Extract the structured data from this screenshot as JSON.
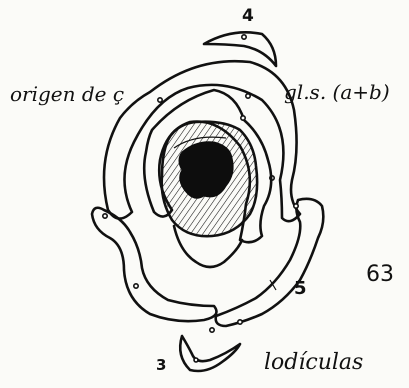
{
  "labels": {
    "origin": "origen de ç",
    "glumes": "gl.s. (a+b)",
    "lodicules": "lodículas"
  },
  "numbers": {
    "n4": "4",
    "n5": "5",
    "n3": "3"
  },
  "figure_number": "63",
  "colors": {
    "ink": "#111111",
    "paper": "#fbfbf8"
  }
}
